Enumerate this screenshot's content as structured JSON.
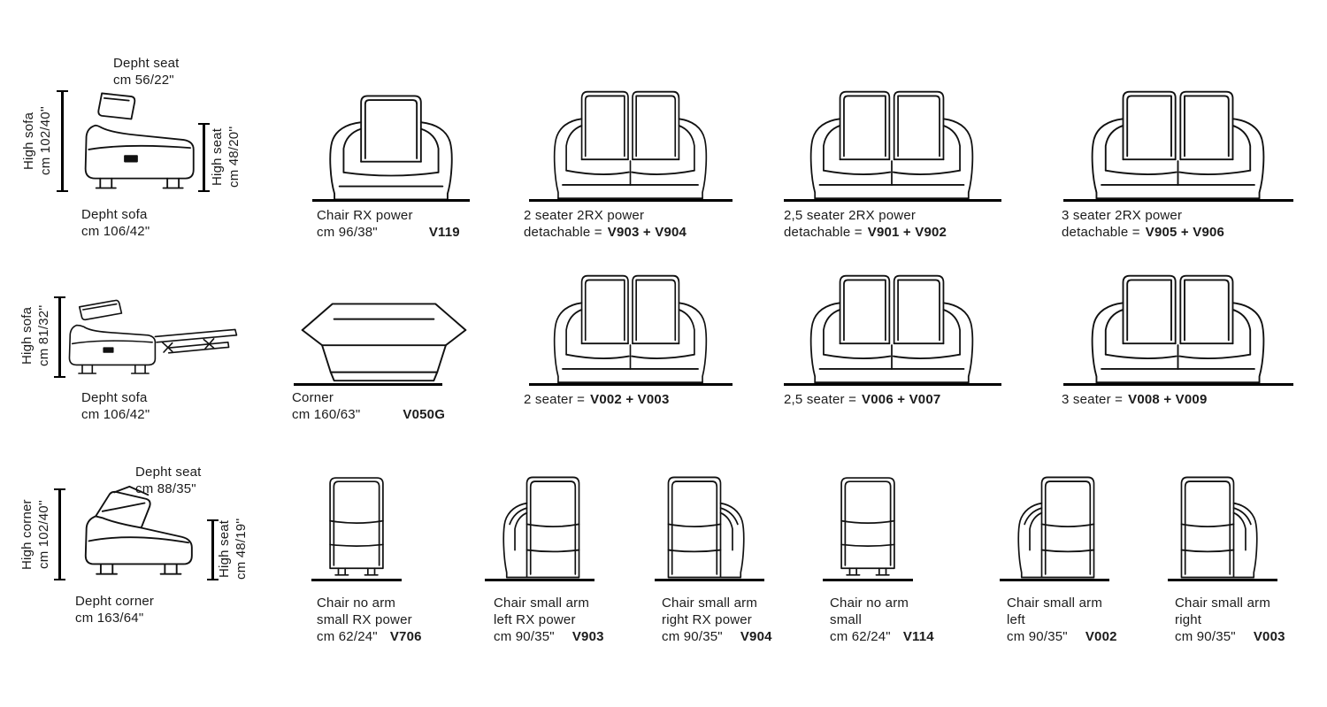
{
  "page": {
    "background": "#ffffff",
    "line_color": "#111111"
  },
  "dim_diagrams": {
    "sofa": {
      "top_line1": "Depht seat",
      "top_line2": "cm 56/22\"",
      "left_line1": "High sofa",
      "left_line2": "cm 102/40''",
      "right_line1": "High seat",
      "right_line2": "cm 48/20''",
      "bottom_line1": "Depht sofa",
      "bottom_line2": "cm 106/42\""
    },
    "recliner": {
      "left_line1": "High sofa",
      "left_line2": "cm 81/32''",
      "bottom_line1": "Depht sofa",
      "bottom_line2": "cm 106/42\""
    },
    "corner": {
      "top_line1": "Depht seat",
      "top_line2": "cm 88/35\"",
      "left_line1": "High corner",
      "left_line2": "cm 102/40''",
      "right_line1": "High seat",
      "right_line2": "cm 48/19''",
      "bottom_line1": "Depht corner",
      "bottom_line2": "cm 163/64\""
    }
  },
  "row1": [
    {
      "name": "Chair RX power",
      "size": "cm 96/38\"",
      "code": "V119"
    },
    {
      "name": "2 seater 2RX power",
      "size": "detachable =",
      "code": "V903 + V904"
    },
    {
      "name": "2,5 seater 2RX power",
      "size": "detachable =",
      "code": "V901 + V902"
    },
    {
      "name": "3 seater 2RX power",
      "size": "detachable =",
      "code": "V905 + V906"
    }
  ],
  "row2": [
    {
      "name": "Corner",
      "size": "cm 160/63\"",
      "code": "V050G"
    },
    {
      "name": "2 seater =",
      "code": "V002 + V003"
    },
    {
      "name": "2,5 seater =",
      "code": "V006 + V007"
    },
    {
      "name": "3 seater =",
      "code": "V008 + V009"
    }
  ],
  "row3": [
    {
      "name": "Chair no arm",
      "variant": "small RX power",
      "size": "cm 62/24\"",
      "code": "V706"
    },
    {
      "name": "Chair small arm",
      "variant": "left RX power",
      "size": "cm 90/35\"",
      "code": "V903"
    },
    {
      "name": "Chair small arm",
      "variant": "right RX power",
      "size": "cm 90/35\"",
      "code": "V904"
    },
    {
      "name": "Chair no arm",
      "variant": "small",
      "size": "cm 62/24\"",
      "code": "V114"
    },
    {
      "name": "Chair small arm",
      "variant": "left",
      "size": "cm 90/35\"",
      "code": "V002"
    },
    {
      "name": "Chair small arm",
      "variant": "right",
      "size": "cm 90/35\"",
      "code": "V003"
    }
  ]
}
